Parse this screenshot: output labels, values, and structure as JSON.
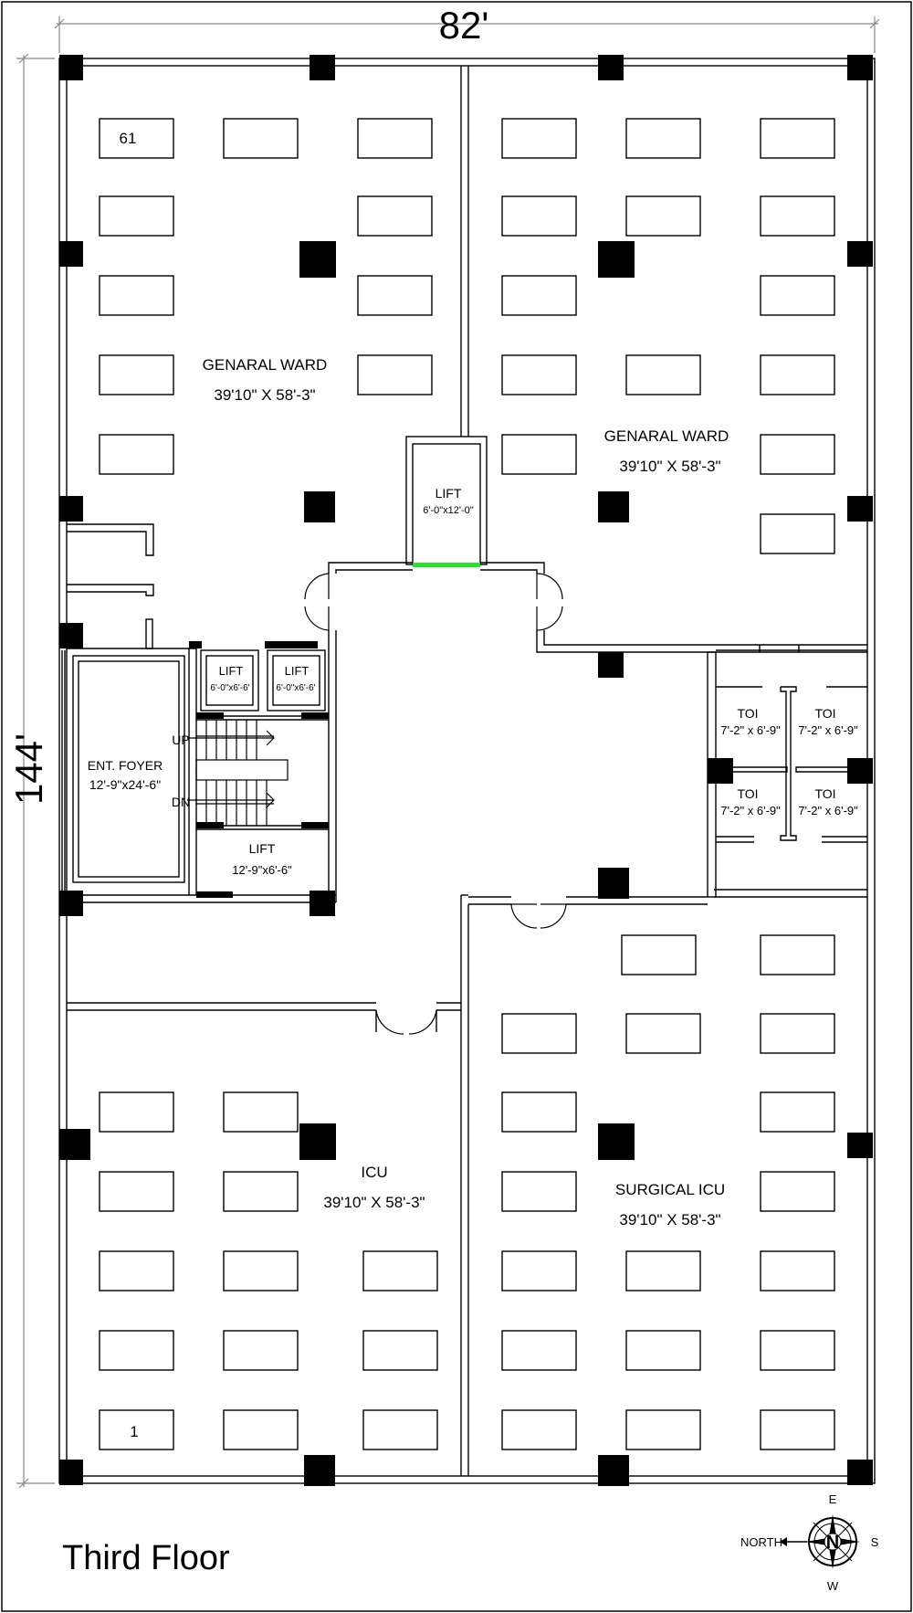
{
  "dimensions": {
    "width_label": "82'",
    "height_label": "144'"
  },
  "floor_title": "Third Floor",
  "rooms": {
    "ward_left": {
      "name": "GENARAL WARD",
      "size": "39'10\" X 58'-3\""
    },
    "ward_right": {
      "name": "GENARAL WARD",
      "size": "39'10\" X 58'-3\""
    },
    "icu": {
      "name": "ICU",
      "size": "39'10\" X 58'-3\""
    },
    "surgical_icu": {
      "name": "SURGICAL ICU",
      "size": "39'10\" X 58'-3\""
    },
    "lift_main": {
      "name": "LIFT",
      "size": "6'-0\"x12'-0\""
    },
    "lift_small_1": {
      "name": "LIFT",
      "size": "6'-0\"x6'-6'"
    },
    "lift_small_2": {
      "name": "LIFT",
      "size": "6'-0\"x6'-6'"
    },
    "lift_bottom": {
      "name": "LIFT",
      "size": "12'-9\"x6'-6\""
    },
    "foyer": {
      "name": "ENT. FOYER",
      "size": "12'-9\"x24'-6\""
    },
    "toilets": [
      {
        "name": "TOI",
        "size": "7'-2\" x 6'-9\""
      },
      {
        "name": "TOI",
        "size": "7'-2\" x 6'-9\""
      },
      {
        "name": "TOI",
        "size": "7'-2\" x 6'-9\""
      },
      {
        "name": "TOI",
        "size": "7'-2\" x 6'-9\""
      }
    ]
  },
  "stairs": {
    "up": "UP",
    "down": "DN"
  },
  "bed_labels": {
    "first": "1",
    "last": "61"
  },
  "compass": {
    "n": "N",
    "e": "E",
    "w": "W",
    "s": "S",
    "north": "NORTH"
  }
}
